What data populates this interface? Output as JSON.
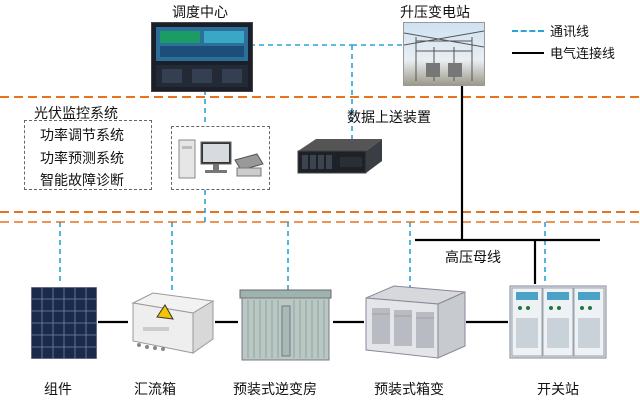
{
  "nodes": {
    "dispatch_center": "调度中心",
    "substation": "升压变电站",
    "data_uplink": "数据上送装置",
    "hv_bus": "高压母线",
    "module": "组件",
    "combiner_box": "汇流箱",
    "inverter_room": "预装式逆变房",
    "box_transformer": "预装式箱变",
    "switch_station": "开关站"
  },
  "pv_systems": [
    "光伏监控系统",
    "功率调节系统",
    "功率预测系统",
    "智能故障诊断"
  ],
  "legend": {
    "comm_line": "通讯线",
    "elec_line": "电气连接线"
  },
  "colors": {
    "comm_line": "#2aa3d6",
    "elec_line": "#000000",
    "zone_divider": "#e8721e"
  }
}
